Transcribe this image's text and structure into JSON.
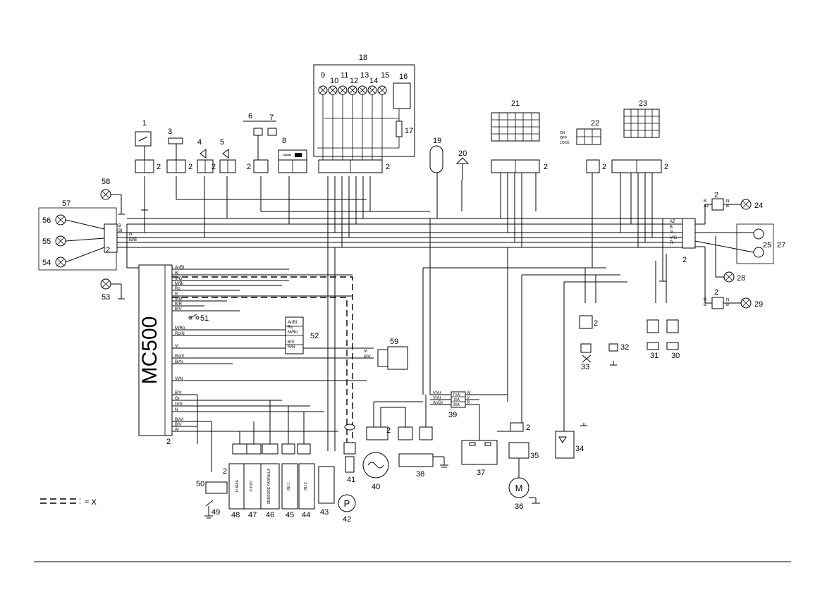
{
  "diagram": {
    "ecu_label": "MC500",
    "legend_label": "= X",
    "dashboard_num": "18",
    "dashboard_lamps": [
      "9",
      "10",
      "11",
      "12",
      "13",
      "14",
      "15",
      "16",
      "17"
    ],
    "component_nums": [
      "1",
      "2",
      "3",
      "4",
      "5",
      "6",
      "7",
      "8",
      "19",
      "20",
      "21",
      "22",
      "23",
      "24",
      "25",
      "27",
      "28",
      "29",
      "30",
      "31",
      "32",
      "33",
      "34",
      "35",
      "36",
      "37",
      "38",
      "39",
      "40",
      "41",
      "42",
      "43",
      "44",
      "45",
      "46",
      "47",
      "48",
      "49",
      "50",
      "51",
      "52",
      "53",
      "54",
      "55",
      "56",
      "57",
      "58",
      "59"
    ],
    "fuses": [
      "7,5A",
      "15A",
      "20A"
    ],
    "switch_positions": [
      "ON",
      "OFF",
      "LOCK"
    ],
    "sensor_labels": [
      "1ª ARIA",
      "1ª H2O",
      "SENSORE FARFALLA",
      "INJ 1",
      "INJ 2"
    ],
    "pump_label": "P",
    "motor_label": "M",
    "wire_codes": {
      "left_connector": [
        "B",
        "Bl",
        "N",
        "Bl/B"
      ],
      "ecu_pins_top": [
        "Ar/Bl",
        "Bl",
        "V/G",
        "M/Bl",
        "Ro",
        "R",
        "V/M",
        "B/R",
        "B/V"
      ],
      "ecu_pins_mid": [
        "M/Ro",
        "Ro/N",
        "Vi",
        "Ro/V",
        "Bl/N",
        "Vi/N"
      ],
      "ecu_pins_bottom": [
        "B/V",
        "Gr",
        "G/N",
        "N",
        "Bl/Vi",
        "B/V",
        "Ar"
      ],
      "conn52": [
        "Ar/Bl",
        "Ro",
        "M/Ro",
        "B/V",
        "R/N"
      ],
      "conn59": [
        "Vi",
        "B/V"
      ],
      "fuse_block": [
        "V/Ar",
        "V/Ar",
        "Ar/Gr",
        "Ar",
        "V",
        "R"
      ],
      "right_connector": [
        "AZ",
        "B",
        "G",
        "V/G",
        "R"
      ],
      "lamp_24": [
        "B",
        "AZ",
        "N",
        "B"
      ],
      "lamp_29": [
        "R",
        "B",
        "N",
        "B"
      ]
    }
  }
}
